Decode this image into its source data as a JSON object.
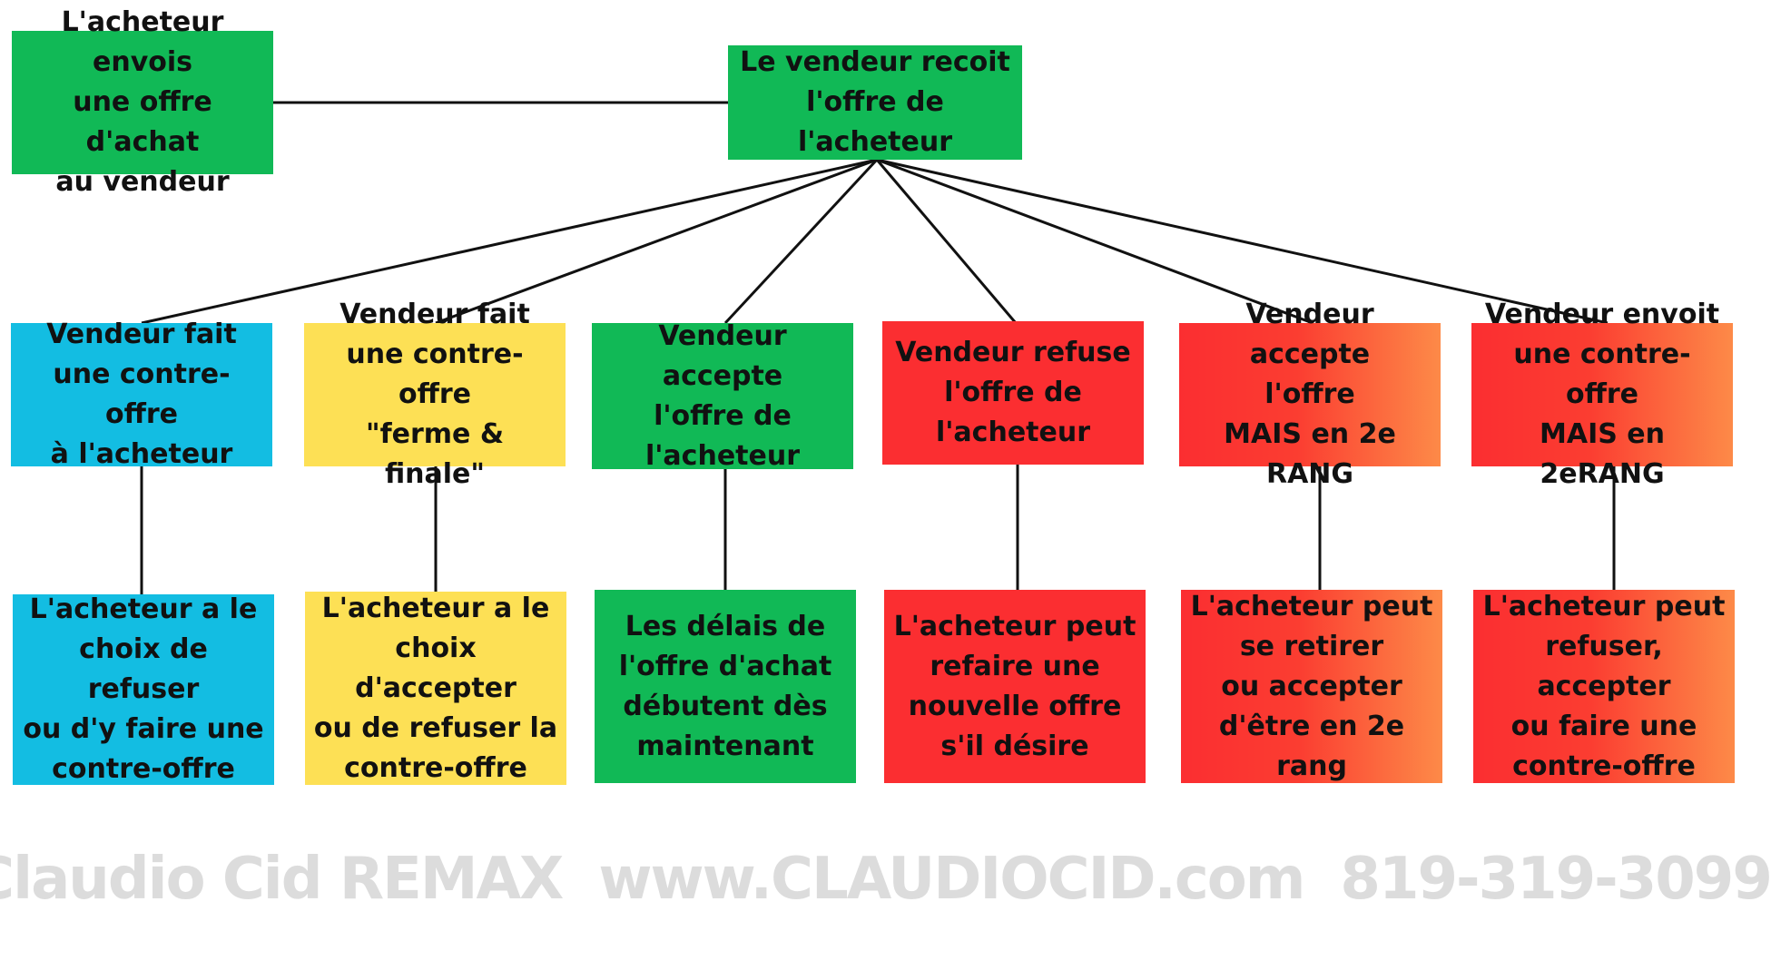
{
  "root_left": {
    "text": "L'acheteur envois\nune offre d'achat\nau vendeur"
  },
  "root": {
    "text": "Le vendeur recoit\nl'offre de l'acheteur"
  },
  "branches": [
    {
      "text": "Vendeur fait\nune contre-offre\nà l'acheteur"
    },
    {
      "text": "Vendeur fait\nune contre-offre\n\"ferme & finale\""
    },
    {
      "text": "Vendeur accepte\nl'offre de\nl'acheteur"
    },
    {
      "text": "Vendeur refuse\nl'offre de\nl'acheteur"
    },
    {
      "text": "Vendeur accepte\nl'offre\nMAIS en 2e RANG"
    },
    {
      "text": "Vendeur envoit\nune contre-offre\nMAIS en 2eRANG"
    }
  ],
  "outcomes": [
    {
      "text": "L'acheteur a le\nchoix de refuser\nou d'y faire une\ncontre-offre"
    },
    {
      "text": "L'acheteur a le\nchoix d'accepter\nou de refuser la\ncontre-offre"
    },
    {
      "text": "Les délais de\nl'offre d'achat\ndébutent dès\nmaintenant"
    },
    {
      "text": "L'acheteur peut\nrefaire une\nnouvelle offre\ns'il désire"
    },
    {
      "text": "L'acheteur peut\nse retirer\nou accepter\nd'être en 2e rang"
    },
    {
      "text": "L'acheteur peut\nrefuser, accepter\nou faire une\ncontre-offre"
    }
  ],
  "colors": {
    "green": "#11b956",
    "cyan": "#13bde2",
    "yellow": "#fde055",
    "red": "#fb2e31",
    "orange": "#fd8a48",
    "line": "#111111",
    "watermark": "#dcdcdc"
  },
  "footer": {
    "name": "Claudio Cid REMAX",
    "website": "www.CLAUDIOCID.com",
    "phone": "819-319-3099"
  }
}
